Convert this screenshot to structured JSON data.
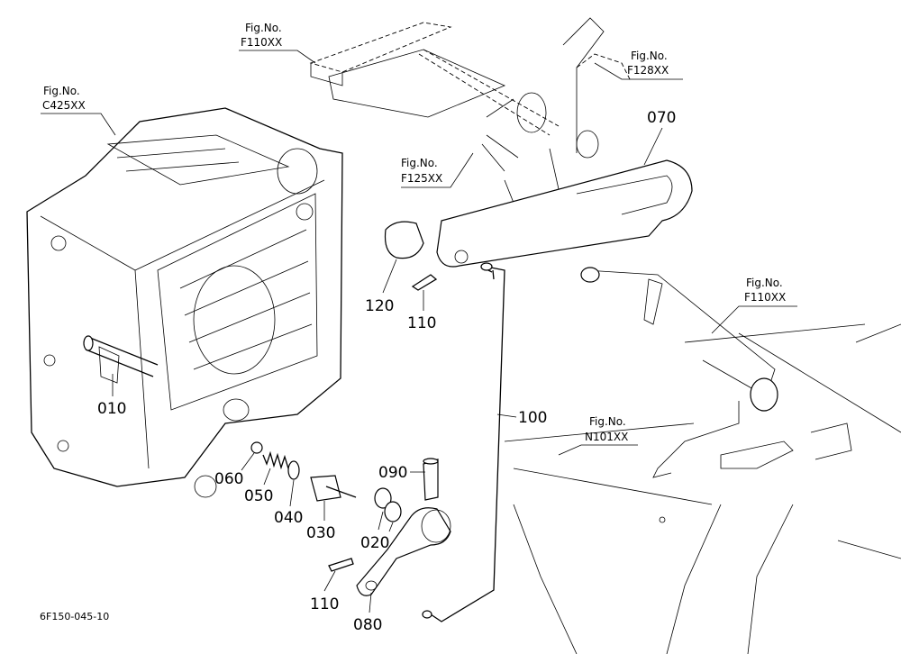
{
  "figure_refs": [
    {
      "line1": "Fig.No.",
      "line2": "F110XX"
    },
    {
      "line1": "Fig.No.",
      "line2": "F128XX"
    },
    {
      "line1": "Fig.No.",
      "line2": "C425XX"
    },
    {
      "line1": "Fig.No.",
      "line2": "F125XX"
    },
    {
      "line1": "Fig.No.",
      "line2": "F110XX"
    },
    {
      "line1": "Fig.No.",
      "line2": "N101XX"
    }
  ],
  "part_labels": [
    "010",
    "020",
    "030",
    "040",
    "050",
    "060",
    "070",
    "080",
    "090",
    "100",
    "110",
    "110",
    "120"
  ],
  "footer_code": "6F150-045-10"
}
